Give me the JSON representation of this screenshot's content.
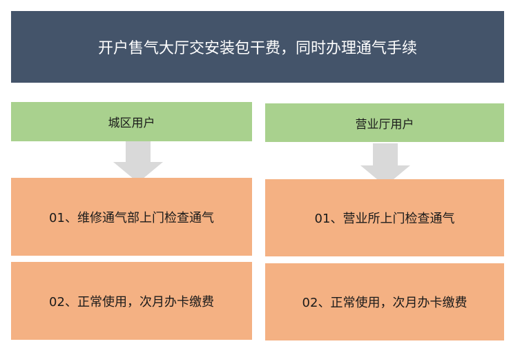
{
  "header": {
    "title": "开户售气大厅交安装包干费，同时办理通气手续"
  },
  "left": {
    "category": "城区用户",
    "steps": [
      "01、维修通气部上门检查通气",
      "02、正常使用，次月办卡缴费"
    ]
  },
  "right": {
    "category": "营业厅用户",
    "steps": [
      "01、营业所上门检查通气",
      "02、正常使用，次月办卡缴费"
    ]
  },
  "colors": {
    "header": "#44546a",
    "category": "#a9d18e",
    "step": "#f4b183",
    "arrow": "#d9d9d9"
  }
}
